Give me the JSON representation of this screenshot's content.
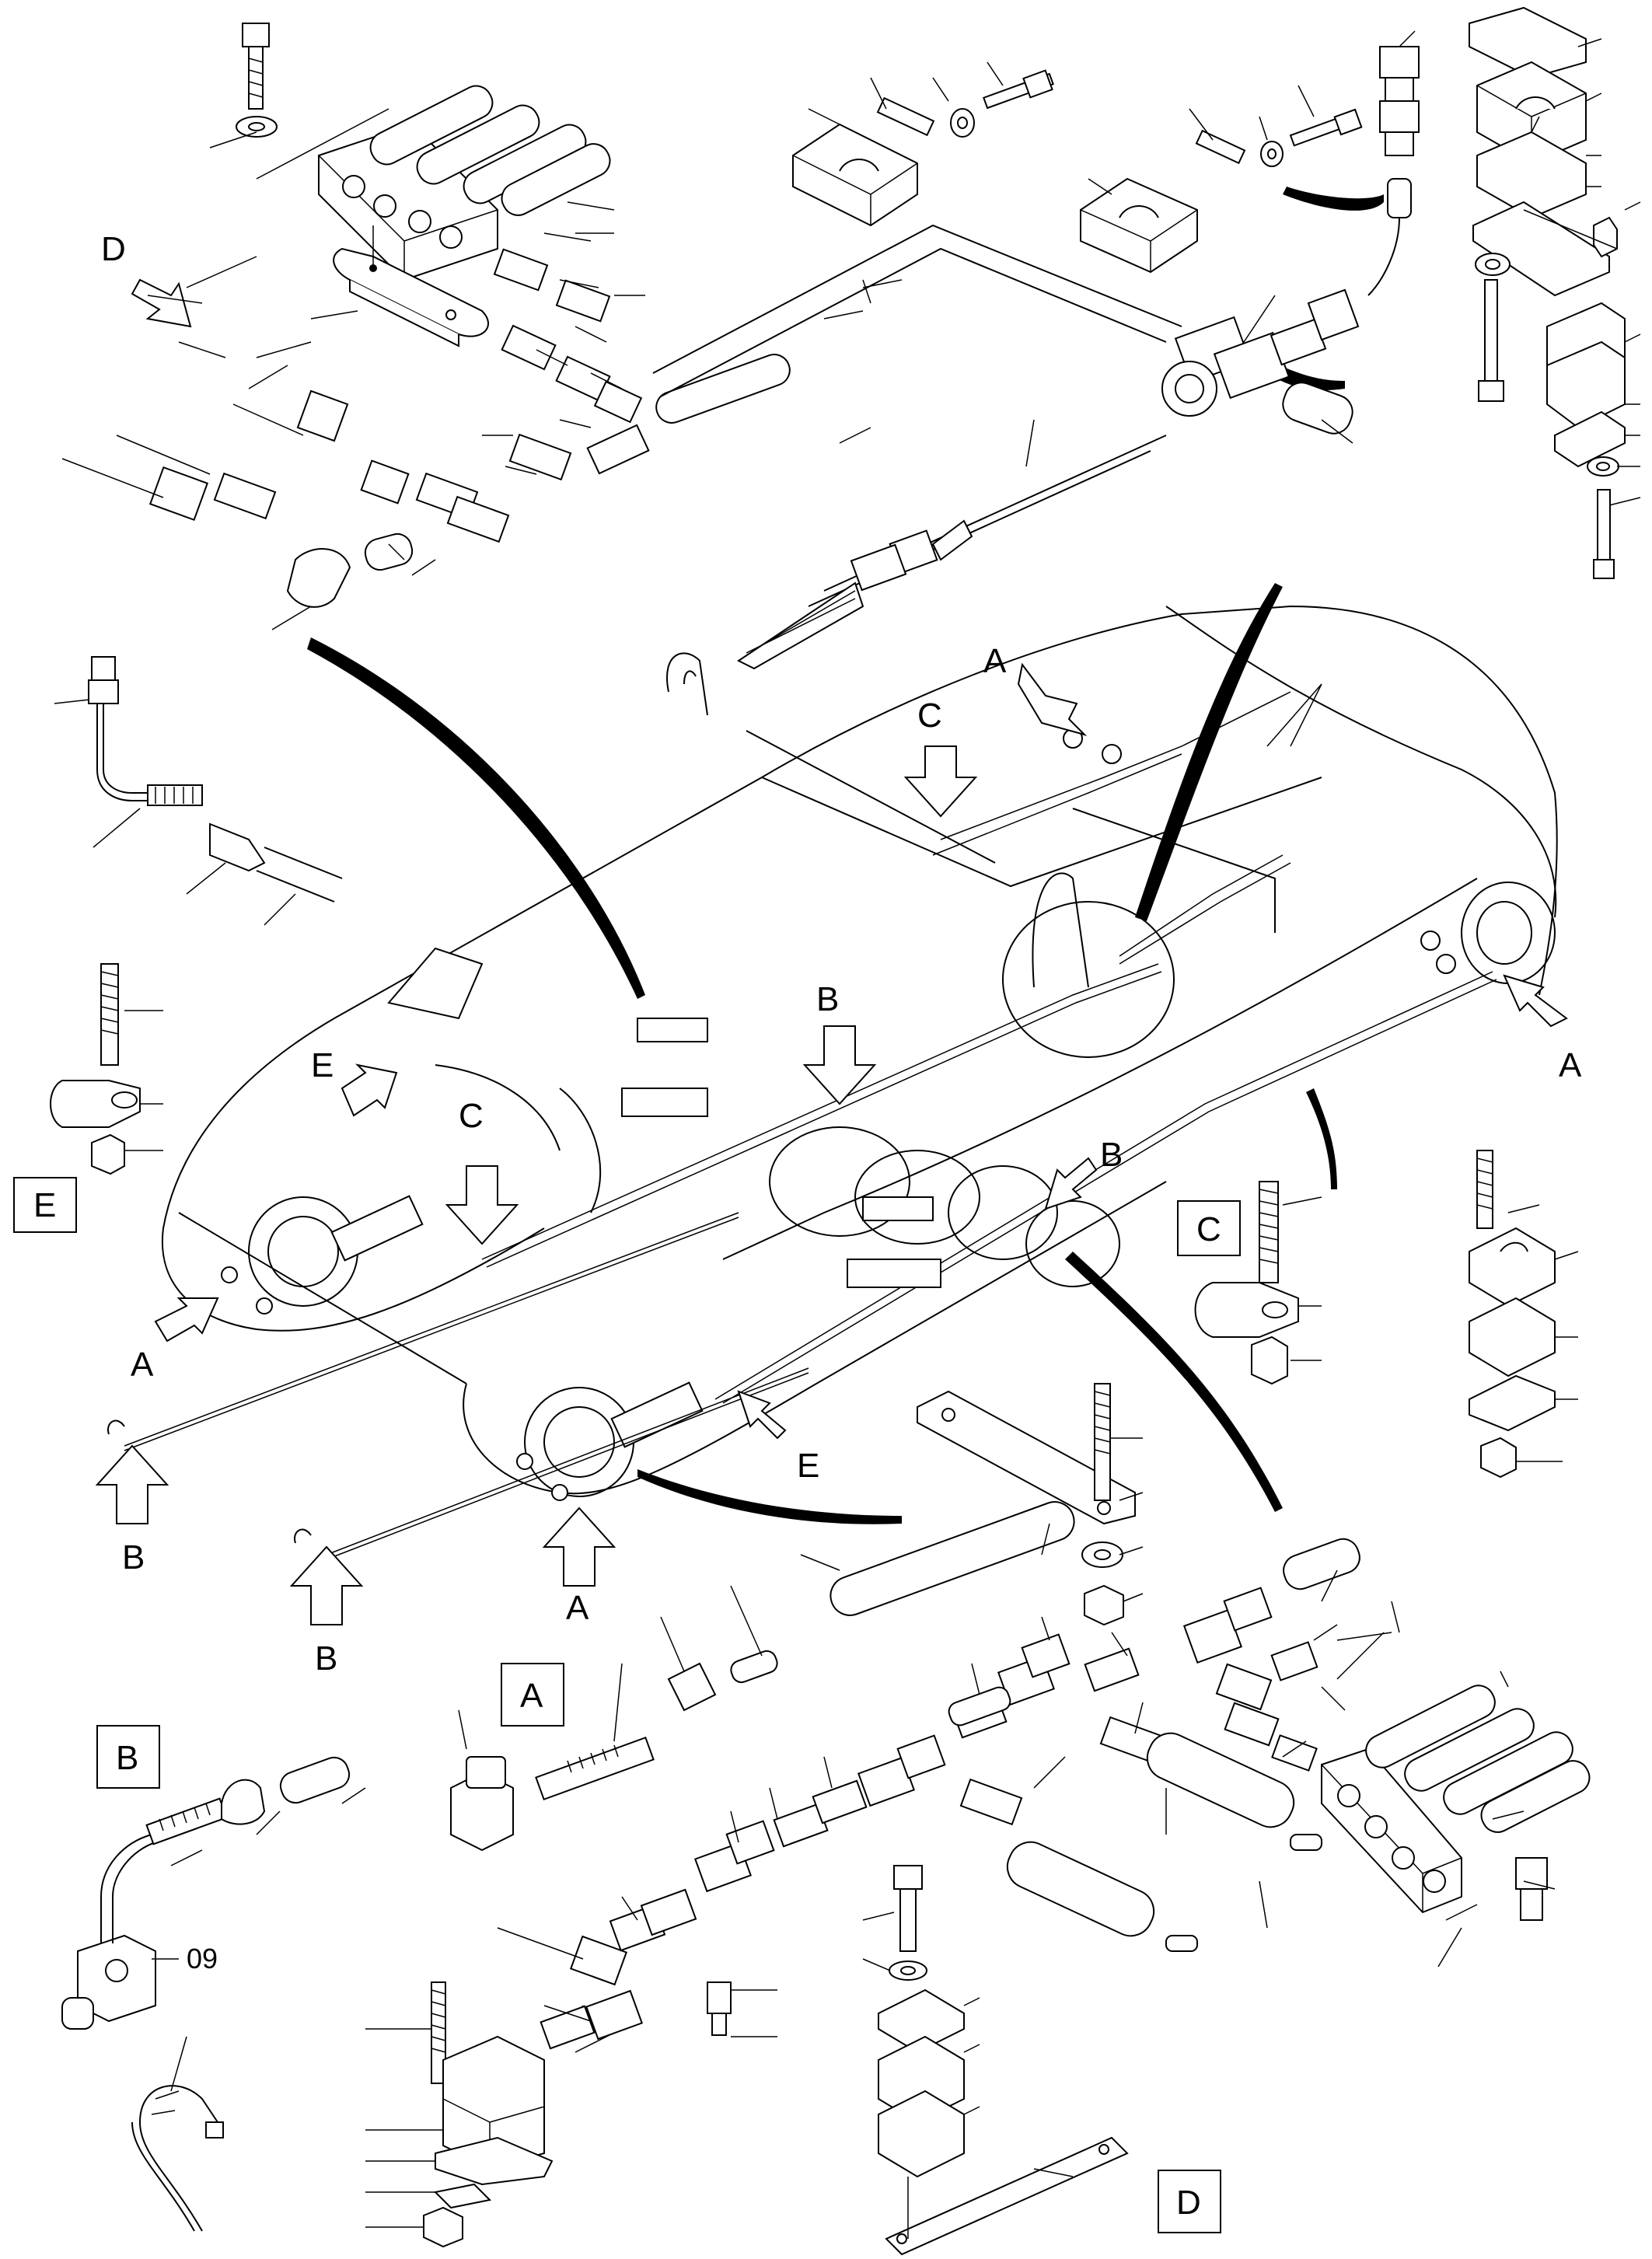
{
  "view_labels": {
    "a": "A",
    "b": "B",
    "c": "C",
    "d": "D",
    "e": "E"
  },
  "part_number_09": "09",
  "colors": {
    "line": "#000000",
    "background": "#ffffff"
  },
  "icons": [
    "arrow-icon",
    "hex-bolt-icon",
    "washer-icon",
    "nut-icon",
    "pipe-clamp-icon",
    "hose-icon",
    "fitting-icon",
    "manifold-icon",
    "cable-tie-icon"
  ]
}
